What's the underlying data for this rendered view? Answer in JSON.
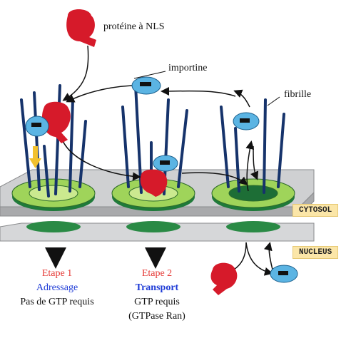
{
  "labels": {
    "protein": "protéine à NLS",
    "importin": "importine",
    "fibril": "fibrille"
  },
  "zones": {
    "cytosol": "CYTOSOL",
    "nucleus": "NUCLEUS"
  },
  "steps": [
    {
      "title": "Etape 1",
      "subtitle": "Adressage",
      "note": "Pas de GTP requis",
      "note2": ""
    },
    {
      "title": "Etape 2",
      "subtitle": "Transport",
      "note": "GTP requis",
      "note2": "(GTPase Ran)"
    }
  ],
  "colors": {
    "protein": "#d61a2a",
    "importin": "#5bb4e3",
    "fibril": "#16336b",
    "pore": "#8ec63f",
    "membrane": "#c9cacc",
    "step_title": "#e53935",
    "step_subtitle": "#1e3bd6"
  }
}
